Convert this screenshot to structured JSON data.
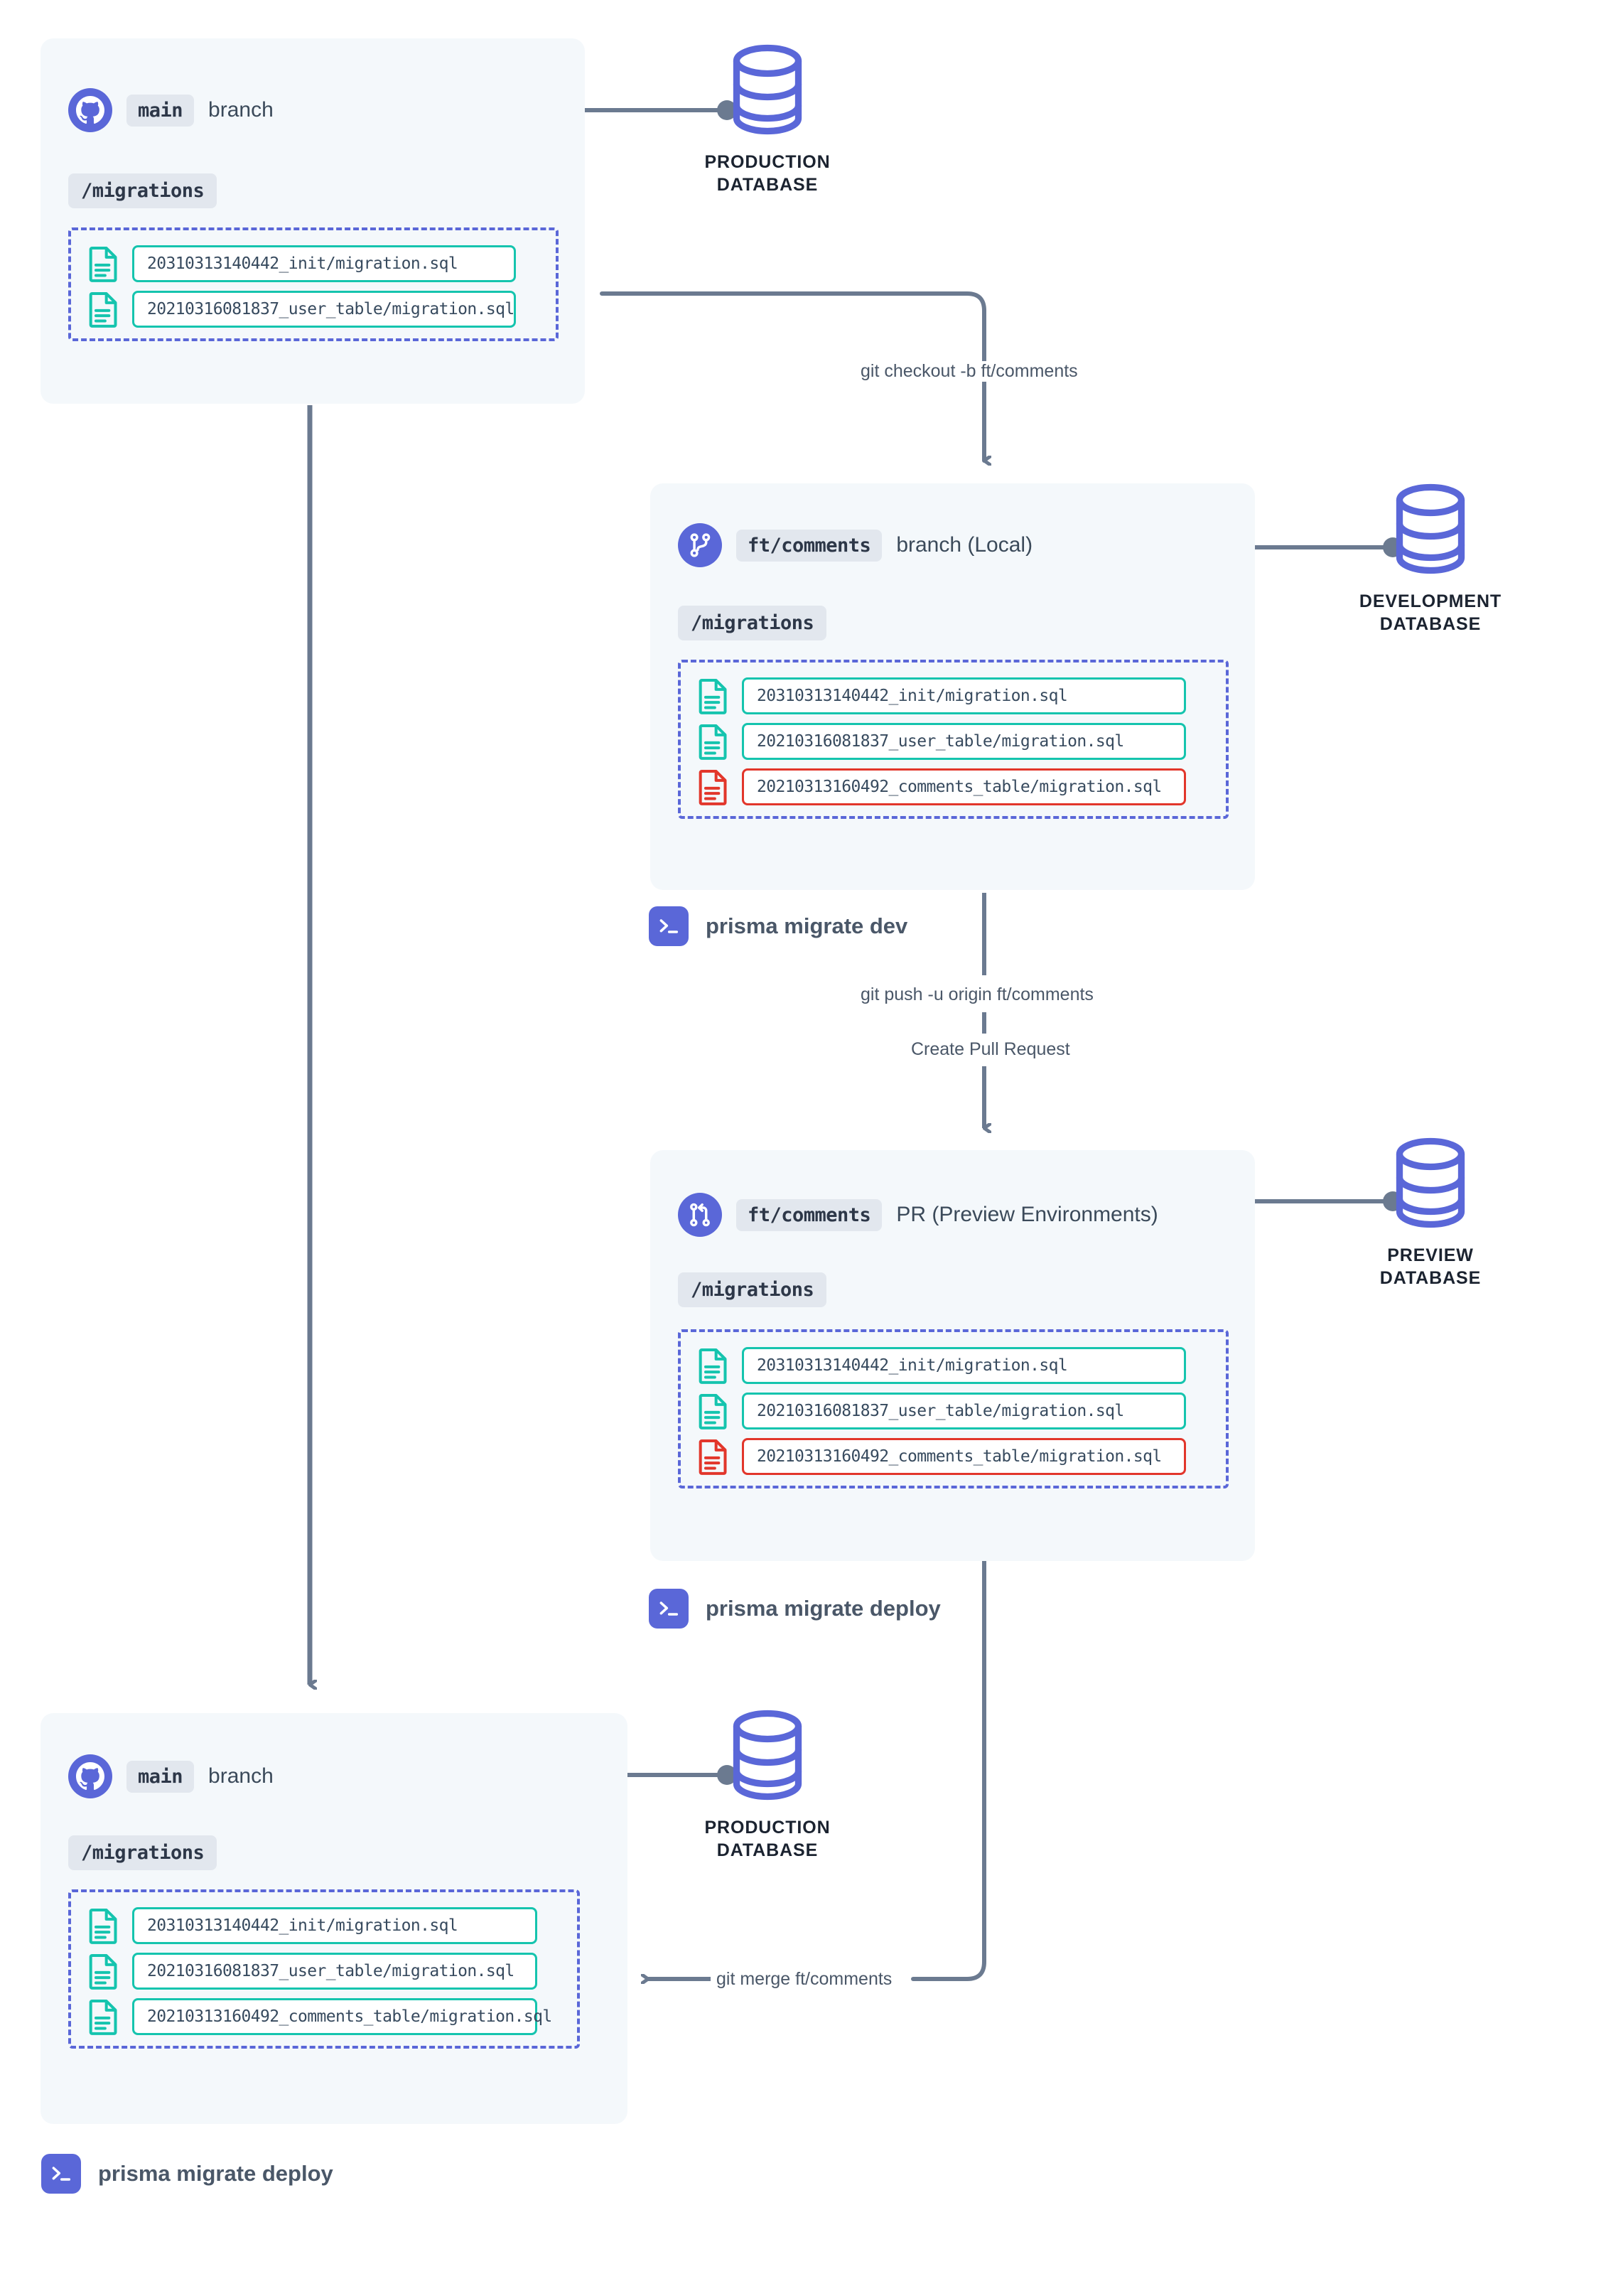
{
  "colors": {
    "card_bg": "#f4f8fb",
    "accent_indigo": "#5a67d8",
    "teal": "#15c4ae",
    "red": "#e2362b",
    "line_slate": "#6b7a90",
    "chip_bg": "#e2e7ee",
    "text_dark": "#374a5e"
  },
  "stages": {
    "main_top": {
      "icon": "github-icon",
      "branch_chip": "main",
      "head_text": "branch",
      "dir_chip": "/migrations",
      "files": [
        {
          "name": "20310313140442_init/migration.sql",
          "state": "existing"
        },
        {
          "name": "20210316081837_user_table/migration.sql",
          "state": "existing"
        }
      ]
    },
    "feature_local": {
      "icon": "git-branch-icon",
      "branch_chip": "ft/comments",
      "head_text": "branch (Local)",
      "dir_chip": "/migrations",
      "files": [
        {
          "name": "20310313140442_init/migration.sql",
          "state": "existing"
        },
        {
          "name": "20210316081837_user_table/migration.sql",
          "state": "existing"
        },
        {
          "name": "20210313160492_comments_table/migration.sql",
          "state": "new"
        }
      ]
    },
    "feature_pr": {
      "icon": "git-pull-request-icon",
      "branch_chip": "ft/comments",
      "head_text": "PR (Preview Environments)",
      "dir_chip": "/migrations",
      "files": [
        {
          "name": "20310313140442_init/migration.sql",
          "state": "existing"
        },
        {
          "name": "20210316081837_user_table/migration.sql",
          "state": "existing"
        },
        {
          "name": "20210313160492_comments_table/migration.sql",
          "state": "new"
        }
      ]
    },
    "main_bottom": {
      "icon": "github-icon",
      "branch_chip": "main",
      "head_text": "branch",
      "dir_chip": "/migrations",
      "files": [
        {
          "name": "20310313140442_init/migration.sql",
          "state": "existing"
        },
        {
          "name": "20210316081837_user_table/migration.sql",
          "state": "existing"
        },
        {
          "name": "20210313160492_comments_table/migration.sql",
          "state": "existing"
        }
      ]
    }
  },
  "databases": {
    "production_top": {
      "icon": "database-icon",
      "label": "PRODUCTION\nDATABASE"
    },
    "development": {
      "icon": "database-icon",
      "label": "DEVELOPMENT\nDATABASE"
    },
    "preview": {
      "icon": "database-icon",
      "label": "PREVIEW\nDATABASE"
    },
    "production_bottom": {
      "icon": "database-icon",
      "label": "PRODUCTION\nDATABASE"
    }
  },
  "commands": {
    "migrate_dev": {
      "icon": "terminal-icon",
      "label": "prisma migrate dev"
    },
    "migrate_deploy_pr": {
      "icon": "terminal-icon",
      "label": "prisma migrate deploy"
    },
    "migrate_deploy_main": {
      "icon": "terminal-icon",
      "label": "prisma migrate deploy"
    }
  },
  "flow_labels": {
    "checkout": "git checkout -b ft/comments",
    "push": "git push -u origin ft/comments",
    "create_pr": "Create Pull Request",
    "merge": "git merge ft/comments"
  }
}
